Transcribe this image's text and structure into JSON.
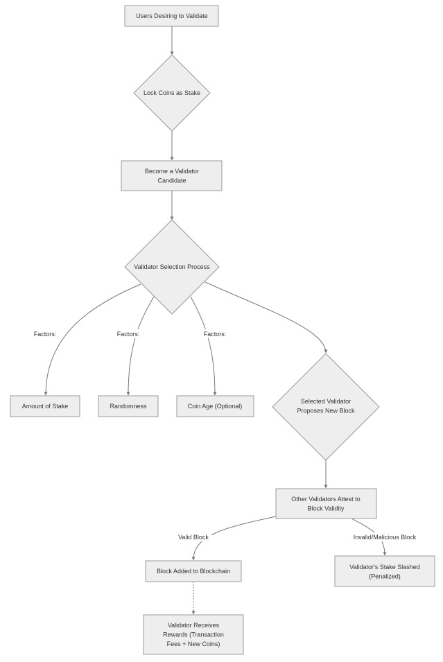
{
  "nodes": {
    "users": [
      "Users Desiring to Validate"
    ],
    "lock": [
      "Lock Coins as Stake"
    ],
    "candidate": [
      "Become a Validator",
      "Candidate"
    ],
    "selection": [
      "Validator Selection Process"
    ],
    "stake_amount": [
      "Amount of Stake"
    ],
    "randomness": [
      "Randomness"
    ],
    "coin_age": [
      "Coin Age (Optional)"
    ],
    "proposes": [
      "Selected Validator",
      "Proposes New Block"
    ],
    "attest": [
      "Other Validators Attest to",
      "Block Validity"
    ],
    "added": [
      "Block Added to Blockchain"
    ],
    "slashed": [
      "Validator's Stake Slashed",
      "(Penalized)"
    ],
    "rewards": [
      "Validator Receives",
      "Rewards (Transaction",
      "Fees + New Coins)"
    ]
  },
  "edge_labels": {
    "factors_1": "Factors:",
    "factors_2": "Factors:",
    "factors_3": "Factors:",
    "valid": "Valid Block",
    "invalid": "Invalid/Malicious Block"
  },
  "colors": {
    "node_fill": "#eeeeee",
    "node_stroke": "#999999",
    "edge": "#777777",
    "text": "#333333"
  }
}
